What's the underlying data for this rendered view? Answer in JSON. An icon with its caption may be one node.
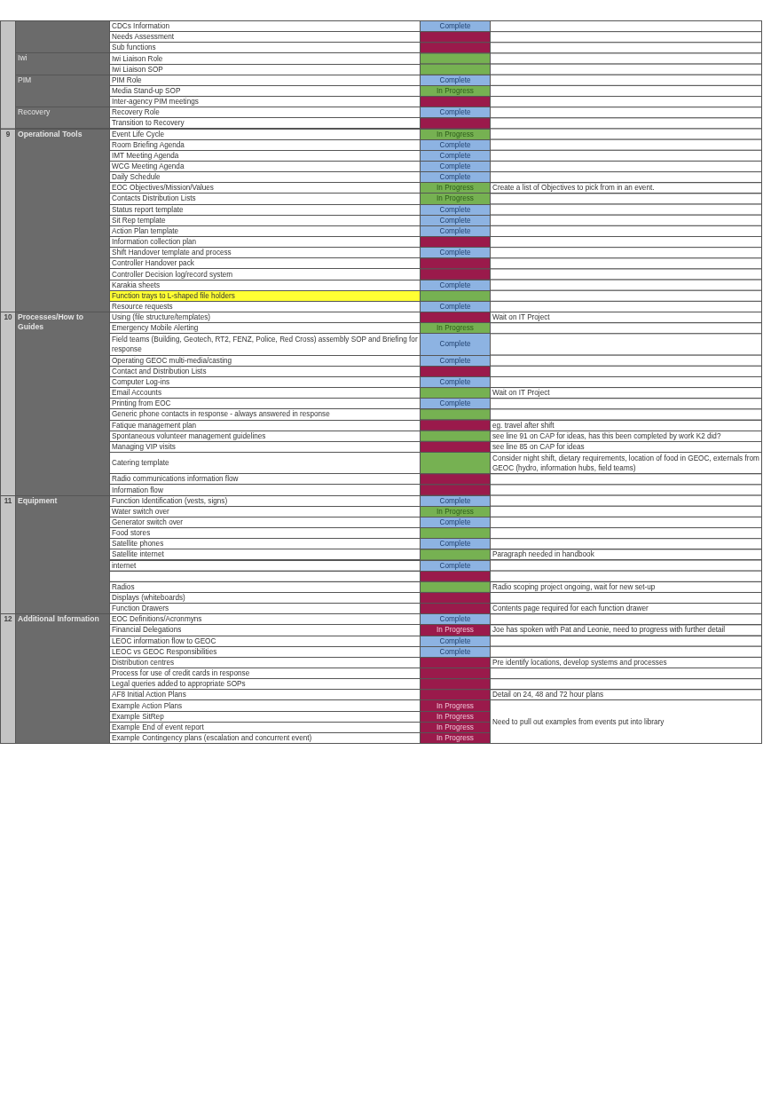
{
  "diagram": {
    "labels": [
      "CDCs Information",
      "Complete",
      "Needs Assessment",
      "Sub functions",
      "Iwi",
      "Iwi Liaison Role",
      "Iwi Liaison SOP",
      "PIM",
      "PIM Role",
      "Complete",
      "Media Stand-up SOP",
      "In Progress",
      "Inter-agency PIM meetings",
      "Recovery",
      "Recovery Role",
      "Complete",
      "Transition to Recovery",
      "9",
      "Operational Tools",
      "Event Life Cycle",
      "In Progress",
      "Room Briefing Agenda",
      "Complete",
      "IMT Meeting Agenda",
      "Complete",
      "WCG Meeting Agenda",
      "Complete",
      "Daily Schedule",
      "Complete",
      "EOC Objectives/Mission/Values",
      "In Progress",
      "Create a list of Objectives to pick from in an event.",
      "Contacts Distribution Lists",
      "In Progress",
      "Status report template",
      "Complete",
      "Sit Rep template",
      "Complete",
      "Action Plan template",
      "Complete",
      "Information collection plan",
      "Shift Handover template and process",
      "Complete",
      "Controller Handover pack",
      "Controller Decision log/record system",
      "Karakia sheets",
      "Complete",
      "Function trays to L-shaped file holders",
      "Resource requests",
      "Complete",
      "10",
      "Processes/How to Guides",
      "Using (file structure/templates)",
      "Wait on IT Project",
      "Emergency Mobile Alerting",
      "In Progress",
      "Field teams (Building, Geotech, RT2, FENZ, Police, Red Cross) assembly SOP and Briefing for response",
      "Complete",
      "Operating GEOC multi-media/casting",
      "Complete",
      "Contact and Distribution Lists",
      "Computer Log-ins",
      "Complete",
      "Email Accounts",
      "Wait on IT Project",
      "Printing from EOC",
      "Complete",
      "Generic phone contacts in response - always answered in response",
      "Fatique management plan",
      "eg. travel after shift",
      "Spontaneous volunteer management guidelines",
      "see line 91 on CAP for ideas, has this been completed by work K2 did?",
      "Managing VIP visits",
      "see line 85 on CAP for ideas",
      "Catering template",
      "Consider night shift, dietary requirements, location of food in GEOC, externals from GEOC (hydro, information hubs, field teams)",
      "Radio communications information flow",
      "Information flow",
      "11",
      "Equipment",
      "Function Identification (vests, signs)",
      "Complete",
      "Water switch over",
      "In Progress",
      "Generator switch over",
      "Complete",
      "Food stores",
      "Satellite phones",
      "Complete",
      "Satellite internet",
      "Paragraph needed in handbook",
      "internet",
      "Complete",
      "Radios",
      "Radio scoping project ongoing, wait for new set-up",
      "Displays (whiteboards)",
      "Function Drawers",
      "Contents page required for each function drawer",
      "12",
      "Additional Information",
      "EOC Definitions/Acronmyns",
      "Complete",
      "Financial Delegations",
      "In Progress",
      "Joe has spoken with Pat and Leonie, need to progress with further detail",
      "LEOC information flow to GEOC",
      "Complete",
      "LEOC vs GEOC Responsibilities",
      "Complete",
      "Distribution centres",
      "Pre identify locations, develop systems and processes",
      "Process for use of credit cards in response",
      "Legal queries added to appropriate SOPs",
      "AF8 Initial Action Plans",
      "Detail on 24, 48 and 72 hour plans",
      "Example Action Plans",
      "In Progress",
      "Need to pull out examples from events put into library",
      "Example SitRep",
      "In Progress",
      "Example End of event report",
      "In Progress",
      "Example Contingency plans (escalation and concurrent event)",
      "In Progress"
    ]
  }
}
